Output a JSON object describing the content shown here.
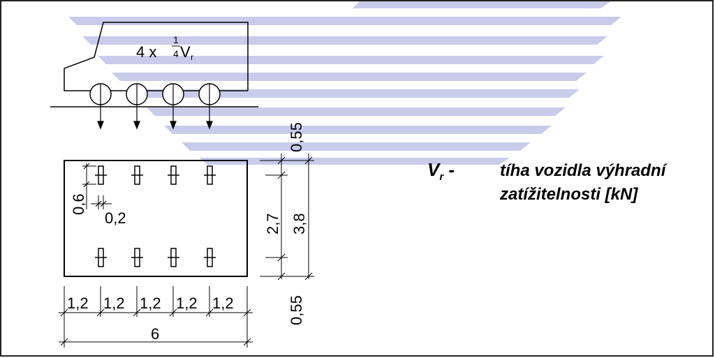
{
  "diagram": {
    "truck_label": {
      "prefix": "4 x ",
      "num": "1",
      "den": "4",
      "var": "V",
      "sub": "r"
    },
    "dimensions": {
      "top_gap": "0,55",
      "inner_height": "2,7",
      "outer_height": "3,8",
      "bottom_gap": "0,55",
      "wheel_length": "0,6",
      "wheel_width": "0,2",
      "spacing": [
        "1,2",
        "1,2",
        "1,2",
        "1,2",
        "1,2"
      ],
      "total_length": "6"
    }
  },
  "legend": {
    "symbol": "V",
    "symbol_sub": "r",
    "dash": " -",
    "line1": "tíha vozidla výhradní",
    "line2": "zatížitelnosti [kN]"
  },
  "colors": {
    "watermark": "#c8cbea",
    "line": "#000000",
    "frame": "#222222"
  }
}
